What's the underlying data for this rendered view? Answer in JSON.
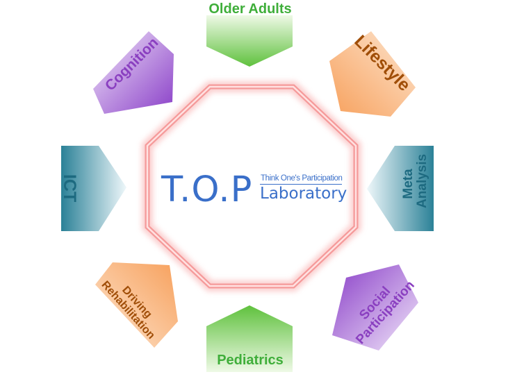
{
  "center": {
    "title": "T.O.P",
    "subtitle": "Think One's Participation",
    "laboratory": "Laboratory"
  },
  "colors": {
    "brand": "#3a6fc9",
    "green": "#3fae3a",
    "purple": "#8a3fc0",
    "orange": "#a04e08",
    "teal": "#1d6a80",
    "ring": "#f28c8c"
  },
  "topics": [
    {
      "id": "older-adults",
      "label": "Older Adults",
      "color_scheme": "green"
    },
    {
      "id": "lifestyle",
      "label": "Lifestyle",
      "color_scheme": "orange"
    },
    {
      "id": "meta-analysis",
      "label": "Meta Analysis",
      "color_scheme": "teal"
    },
    {
      "id": "social-participation",
      "label": "Social Participation",
      "color_scheme": "purple"
    },
    {
      "id": "pediatrics",
      "label": "Pediatrics",
      "color_scheme": "green"
    },
    {
      "id": "driving-rehabilitation",
      "label": "Driving Rehabilitation",
      "color_scheme": "orange"
    },
    {
      "id": "ict",
      "label": "ICT",
      "color_scheme": "teal"
    },
    {
      "id": "cognition",
      "label": "Cognition",
      "color_scheme": "purple"
    }
  ]
}
